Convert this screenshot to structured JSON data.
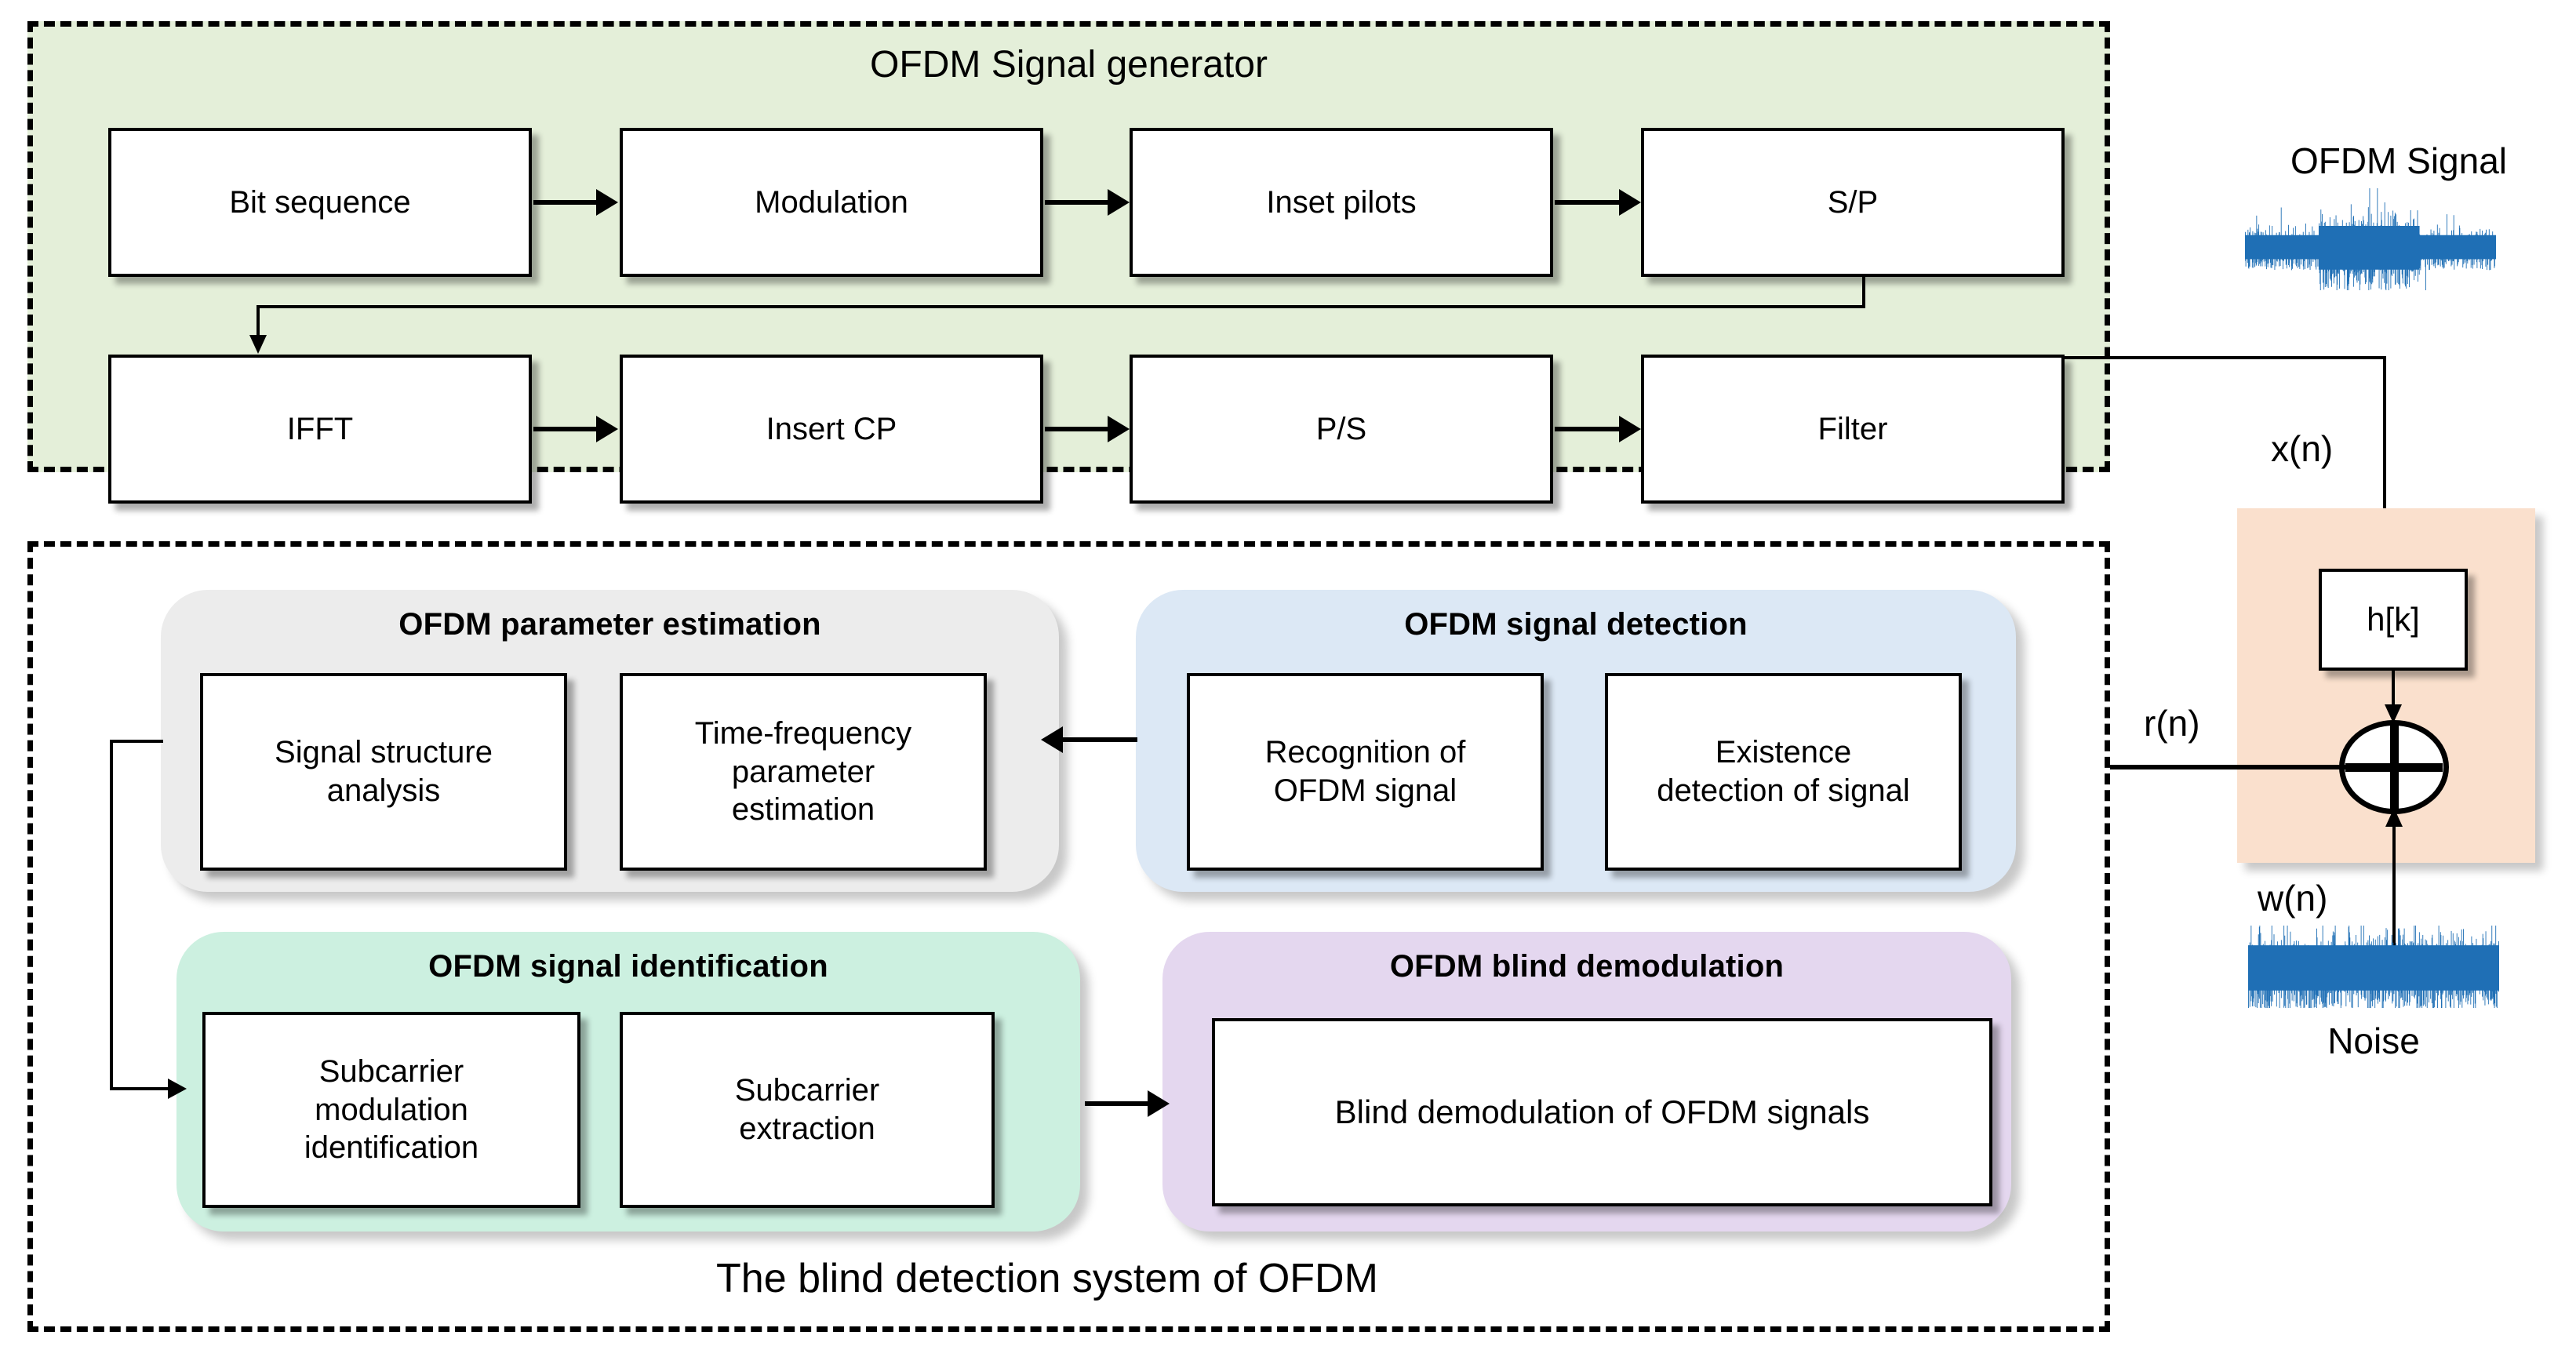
{
  "generator": {
    "title": "OFDM Signal generator",
    "row1": [
      {
        "label": "Bit sequence"
      },
      {
        "label": "Modulation"
      },
      {
        "label": "Inset pilots"
      },
      {
        "label": "S/P"
      }
    ],
    "row2": [
      {
        "label": "IFFT"
      },
      {
        "label": "Insert CP"
      },
      {
        "label": "P/S"
      },
      {
        "label": "Filter"
      }
    ]
  },
  "system": {
    "caption": "The blind detection system of OFDM",
    "groups": [
      {
        "key": "parameter_estimation",
        "title": "OFDM parameter estimation",
        "color": "#ececec",
        "boxes": [
          {
            "label": "Signal structure\nanalysis"
          },
          {
            "label": "Time-frequency\nparameter\nestimation"
          }
        ]
      },
      {
        "key": "signal_detection",
        "title": "OFDM signal detection",
        "color": "#dce8f5",
        "boxes": [
          {
            "label": "Recognition of\nOFDM signal"
          },
          {
            "label": "Existence\ndetection of signal"
          }
        ]
      },
      {
        "key": "signal_identification",
        "title": "OFDM signal identification",
        "color": "#ccf0e0",
        "boxes": [
          {
            "label": "Subcarrier\nmodulation\nidentification"
          },
          {
            "label": "Subcarrier\nextraction"
          }
        ]
      },
      {
        "key": "blind_demodulation",
        "title": "OFDM blind demodulation",
        "color": "#e4d7ef",
        "boxes": [
          {
            "label": "Blind demodulation of OFDM signals"
          }
        ]
      }
    ]
  },
  "channel": {
    "filter_label": "h[k]",
    "sum_label": "+",
    "signal_label": "x(n)",
    "received_label": "r(n)",
    "noise_label": "w(n)",
    "color": "#fae0cd"
  },
  "plots": {
    "ofdm_signal": {
      "title": "OFDM Signal",
      "color": "#1f6fb5"
    },
    "noise": {
      "title": "Noise",
      "color": "#1f6fb5"
    }
  },
  "colors": {
    "generator_bg": "#e4efd9",
    "gray_group": "#ececec",
    "blue_group": "#dce8f5",
    "mint_group": "#ccf0e0",
    "purple_group": "#e4d7ef",
    "channel": "#fae0cd",
    "waveform": "#1f6fb5",
    "outline": "#000000"
  }
}
